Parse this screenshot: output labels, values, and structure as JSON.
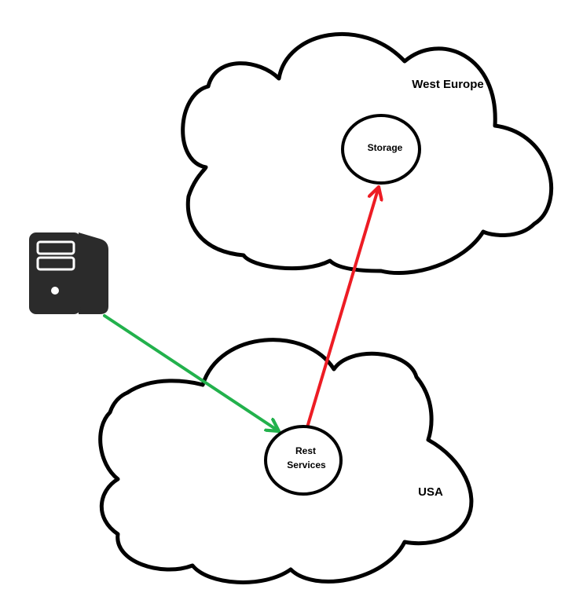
{
  "regions": {
    "west_europe": {
      "label": "West Europe"
    },
    "usa": {
      "label": "USA"
    }
  },
  "nodes": {
    "storage": {
      "label": "Storage"
    },
    "rest_services": {
      "line1": "Rest",
      "line2": "Services"
    }
  },
  "icons": {
    "client": "server-tower-icon"
  },
  "connections": [
    {
      "from": "client",
      "to": "rest_services",
      "color": "#22b14c"
    },
    {
      "from": "rest_services",
      "to": "storage",
      "color": "#ed1c24"
    }
  ],
  "colors": {
    "outline": "#000000",
    "server_body": "#2b2b2b",
    "server_detail": "#ffffff"
  }
}
